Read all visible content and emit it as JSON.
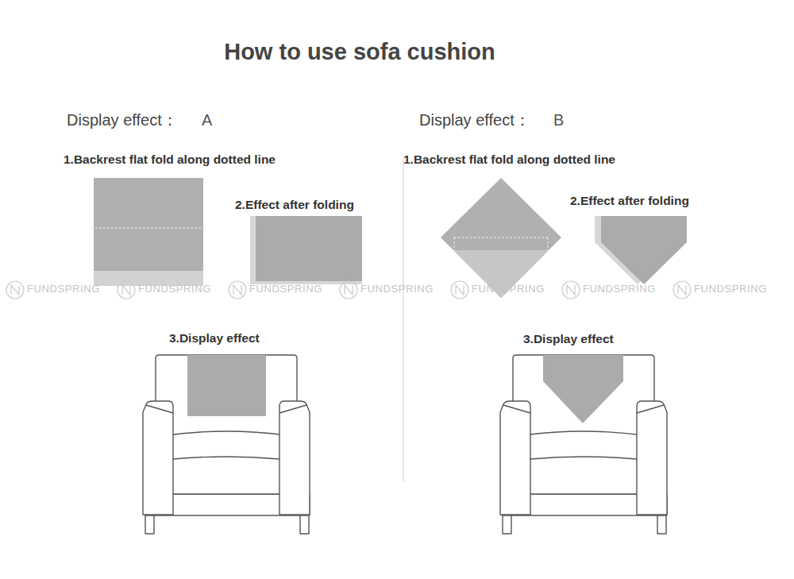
{
  "diagram": {
    "title": "How to use sofa cushion",
    "labels": [
      "Display effect：",
      "A",
      "Display effect：",
      "B",
      "1.Backrest flat fold along dotted line",
      "1.Backrest flat fold along dotted line",
      "2.Effect after folding",
      "2.Effect after folding",
      "FUNDSPRING",
      "FUNDSPRING",
      "FUNDSPRING",
      "FUNDSPRING",
      "FUNDSPRING",
      "FUNDSPRING",
      "FUNDSPRING",
      "3.Display effect",
      "3.Display effect"
    ]
  }
}
